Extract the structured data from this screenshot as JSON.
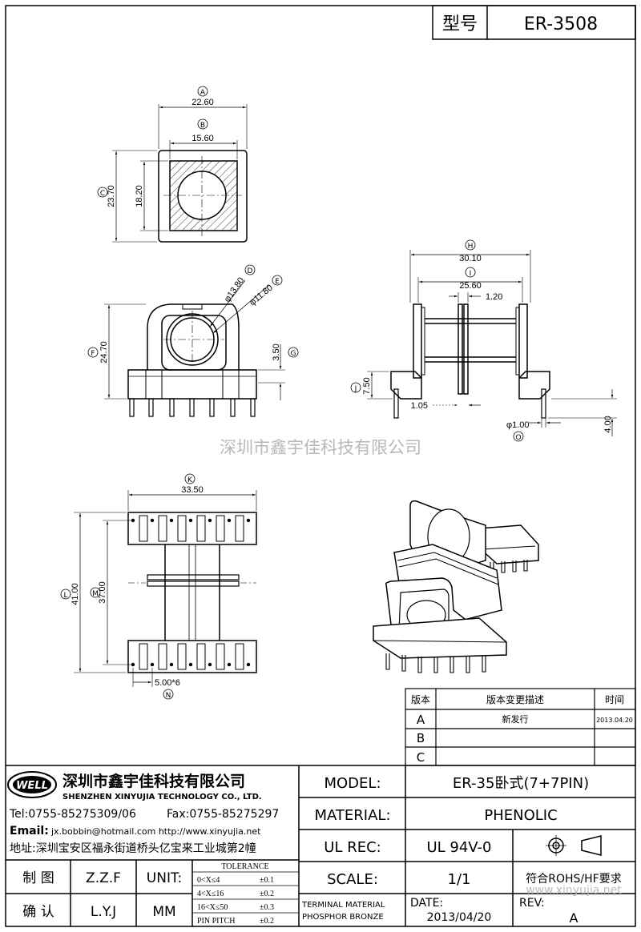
{
  "header": {
    "model_label": "型号",
    "model_value": "ER-3508"
  },
  "watermark": {
    "text": "深圳市鑫宇佳科技有限公司",
    "bottom_text": "www.xinyujia.net"
  },
  "top_view": {
    "dimA": {
      "letter": "A",
      "value": "22.60"
    },
    "dimB": {
      "letter": "B",
      "value": "15.60"
    },
    "dimC": {
      "letter": "C",
      "value": "23.70"
    },
    "dim1820": {
      "value": "18.20"
    }
  },
  "front_view": {
    "dimD": {
      "letter": "D",
      "value": "φ13.80"
    },
    "dimE": {
      "letter": "E",
      "value": "φ11.80"
    },
    "dimF": {
      "letter": "F",
      "value": "24.70"
    },
    "dimG": {
      "letter": "G",
      "value": "3.50"
    }
  },
  "side_view": {
    "dimH": {
      "letter": "H",
      "value": "30.10"
    },
    "dimI": {
      "letter": "I",
      "value": "25.60"
    },
    "dim120": {
      "value": "1.20"
    },
    "dimJ": {
      "letter": "J",
      "value": "7.50"
    },
    "dim105": {
      "value": "1.05"
    },
    "dimO": {
      "letter": "O",
      "value": "φ1.00"
    },
    "dim400": {
      "value": "4.00"
    }
  },
  "bottom_view": {
    "dimK": {
      "letter": "K",
      "value": "33.50"
    },
    "dimL": {
      "letter": "L",
      "value": "41.00"
    },
    "dimM": {
      "letter": "M",
      "value": "37.00"
    },
    "dimN": {
      "letter": "N",
      "value": "5.00*6"
    }
  },
  "revision_table": {
    "headers": [
      "版本",
      "版本变更描述",
      "时间"
    ],
    "rows": [
      {
        "ver": "A",
        "desc": "新发行",
        "date": "2013.04.20"
      },
      {
        "ver": "B",
        "desc": "",
        "date": ""
      },
      {
        "ver": "C",
        "desc": "",
        "date": ""
      }
    ]
  },
  "company": {
    "logo": "WELL",
    "name_cn": "深圳市鑫宇佳科技有限公司",
    "name_en": "SHENZHEN XINYUJIA TECHNOLOGY CO., LTD.",
    "tel": "Tel:0755-85275309/06",
    "fax": "Fax:0755-85275297",
    "email_label": "Email:",
    "email": "jx.bobbin@hotmail.com http://www.xinyujia.net",
    "address": "地址:深圳宝安区福永街道桥头亿宝来工业城第2幢"
  },
  "title_block": {
    "model_label": "MODEL:",
    "model_value": "ER-35卧式(7+7PIN)",
    "material_label": "MATERIAL:",
    "material_value": "PHENOLIC",
    "ulrec_label": "UL REC:",
    "ulrec_value": "UL 94V-0",
    "scale_label": "SCALE:",
    "scale_value": "1/1",
    "rohs": "符合ROHS/HF要求",
    "terminal_line1": "TERMINAL MATERIAL",
    "terminal_line2": "PHOSPHOR BRONZE",
    "date_label": "DATE:",
    "date_value": "2013/04/20",
    "rev_label": "REV:",
    "rev_value": "A",
    "draw_label": "制 图",
    "draw_value": "Z.Z.F",
    "check_label": "确 认",
    "check_value": "L.Y.J",
    "unit_label": "UNIT:",
    "unit_value": "MM"
  },
  "tolerance": {
    "title": "TOLERANCE",
    "rows": [
      {
        "range": "0<X≤4",
        "tol": "±0.1"
      },
      {
        "range": "4<X≤16",
        "tol": "±0.2"
      },
      {
        "range": "16<X≤50",
        "tol": "±0.3"
      },
      {
        "range": "PIN PITCH",
        "tol": "±0.2"
      }
    ]
  }
}
